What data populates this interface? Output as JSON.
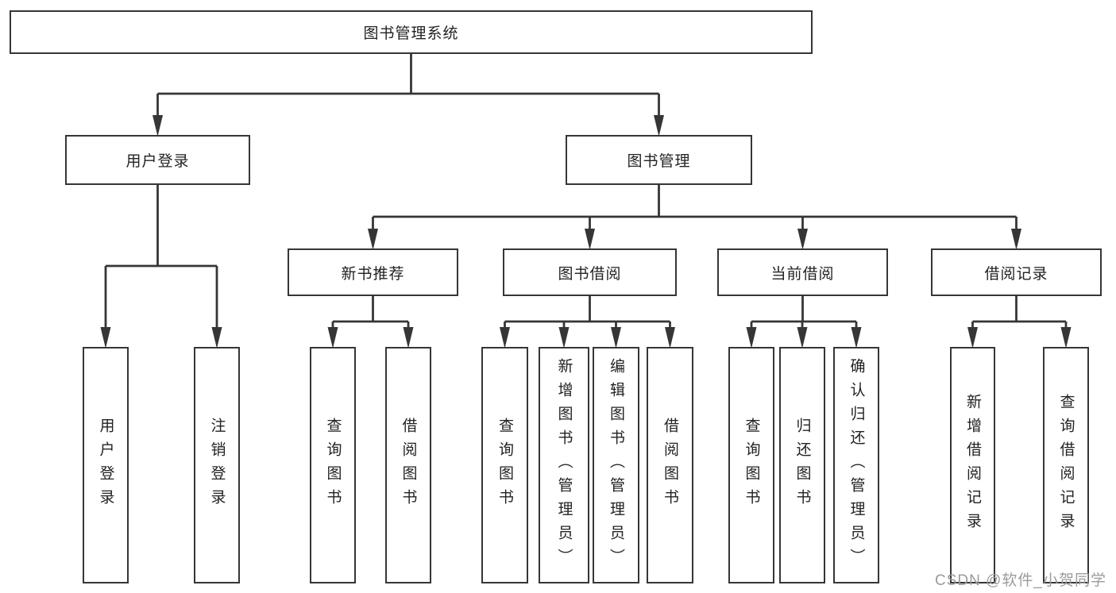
{
  "diagram": {
    "watermark": "CSDN @软件_小贺同学",
    "colors": {
      "line": "#363636",
      "text": "#222222",
      "background": "#ffffff",
      "watermark": "#9b9b9b"
    },
    "nodes": [
      {
        "id": "root",
        "label": "图书管理系统",
        "parent": null,
        "text_direction": "horizontal"
      },
      {
        "id": "user-login",
        "label": "用户登录",
        "parent": "root",
        "text_direction": "horizontal"
      },
      {
        "id": "book-mgmt",
        "label": "图书管理",
        "parent": "root",
        "text_direction": "horizontal"
      },
      {
        "id": "login",
        "label": "用户登录",
        "parent": "user-login",
        "text_direction": "vertical"
      },
      {
        "id": "logout",
        "label": "注销登录",
        "parent": "user-login",
        "text_direction": "vertical"
      },
      {
        "id": "new-book",
        "label": "新书推荐",
        "parent": "book-mgmt",
        "text_direction": "horizontal"
      },
      {
        "id": "book-borrow",
        "label": "图书借阅",
        "parent": "book-mgmt",
        "text_direction": "horizontal"
      },
      {
        "id": "current-borrow",
        "label": "当前借阅",
        "parent": "book-mgmt",
        "text_direction": "horizontal"
      },
      {
        "id": "borrow-record",
        "label": "借阅记录",
        "parent": "book-mgmt",
        "text_direction": "horizontal"
      },
      {
        "id": "nb-query",
        "label": "查询图书",
        "parent": "new-book",
        "text_direction": "vertical"
      },
      {
        "id": "nb-borrow",
        "label": "借阅图书",
        "parent": "new-book",
        "text_direction": "vertical"
      },
      {
        "id": "bb-query",
        "label": "查询图书",
        "parent": "book-borrow",
        "text_direction": "vertical"
      },
      {
        "id": "bb-add",
        "label": "新增图书（管理员）",
        "parent": "book-borrow",
        "text_direction": "vertical"
      },
      {
        "id": "bb-edit",
        "label": "编辑图书（管理员）",
        "parent": "book-borrow",
        "text_direction": "vertical"
      },
      {
        "id": "bb-borrow",
        "label": "借阅图书",
        "parent": "book-borrow",
        "text_direction": "vertical"
      },
      {
        "id": "cb-query",
        "label": "查询图书",
        "parent": "current-borrow",
        "text_direction": "vertical"
      },
      {
        "id": "cb-return",
        "label": "归还图书",
        "parent": "current-borrow",
        "text_direction": "vertical"
      },
      {
        "id": "cb-confirm",
        "label": "确认归还（管理员）",
        "parent": "current-borrow",
        "text_direction": "vertical"
      },
      {
        "id": "br-add",
        "label": "新增借阅记录",
        "parent": "borrow-record",
        "text_direction": "vertical"
      },
      {
        "id": "br-query",
        "label": "查询借阅记录",
        "parent": "borrow-record",
        "text_direction": "vertical"
      }
    ]
  }
}
